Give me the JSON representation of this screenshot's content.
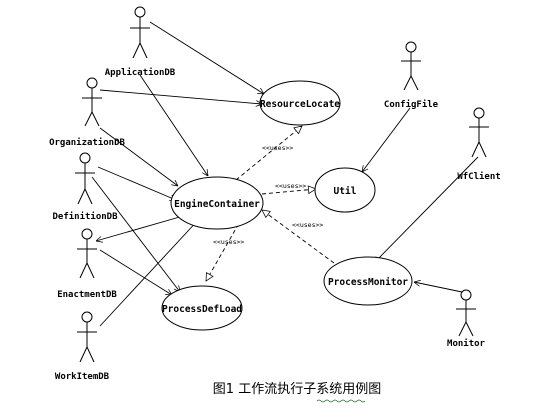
{
  "actors": {
    "application_db": "ApplicationDB",
    "organization_db": "OrganizationDB",
    "definition_db": "DefinitionDB",
    "enactment_db": "EnactmentDB",
    "workitem_db": "WorkItemDB",
    "config_file": "ConfigFile",
    "wf_client": "WfClient",
    "monitor": "Monitor"
  },
  "use_cases": {
    "resource_locate": "ResourceLocate",
    "engine_container": "EngineContainer",
    "util": "Util",
    "process_def_load": "ProcessDefLoad",
    "process_monitor": "ProcessMonitor"
  },
  "stereotypes": {
    "uses_resource": "<<uses>>",
    "uses_util": "<<uses>>",
    "uses_pdl": "<<uses>>",
    "uses_pm": "<<uses>>"
  },
  "caption": {
    "text": "图1 工作流执行子系统用例图"
  }
}
